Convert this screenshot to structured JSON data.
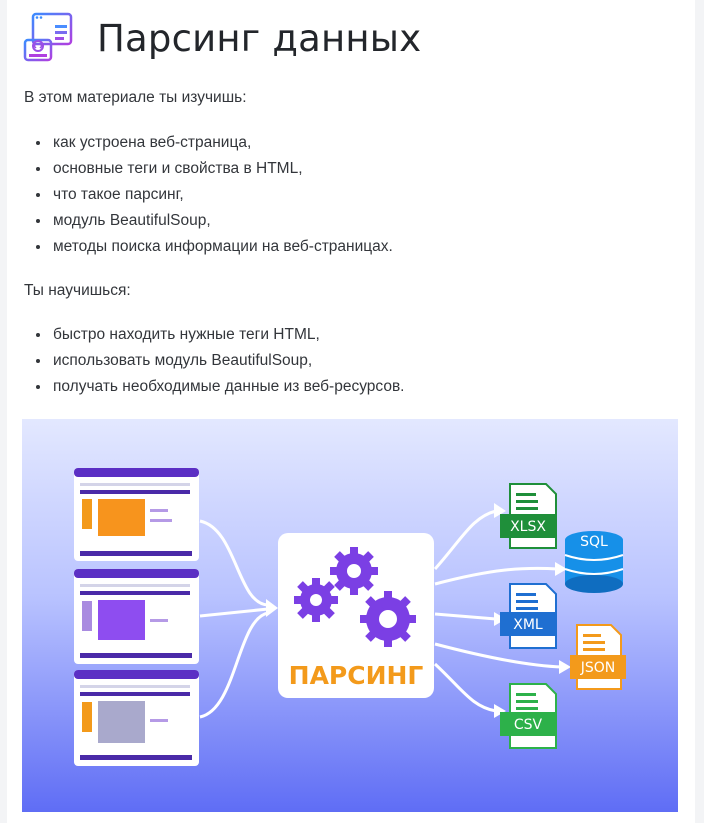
{
  "header": {
    "title": "Парсинг данных",
    "icon": "web-page-code-icon"
  },
  "intro": {
    "lead": "В этом материале ты изучишь:",
    "items": [
      "как устроена веб-страница,",
      "основные теги и свойства в HTML,",
      "что такое парсинг,",
      "модуль BeautifulSoup,",
      "методы поиска информации на веб-страницах."
    ]
  },
  "skills": {
    "lead": "Ты научишься:",
    "items": [
      "быстро находить нужные теги HTML,",
      "использовать модуль BeautifulSoup,",
      "получать необходимые данные из веб-ресурсов."
    ]
  },
  "illustration": {
    "center_label": "ПАРСИНГ",
    "formats": [
      "XLSX",
      "SQL",
      "XML",
      "JSON",
      "CSV"
    ],
    "colors": {
      "purple": "#7b3fe4",
      "orange": "#f39a1b",
      "green": "#1f8f3a",
      "blue": "#1f6fd1",
      "sql_blue": "#1690e8",
      "csv_green": "#2db14a"
    }
  }
}
